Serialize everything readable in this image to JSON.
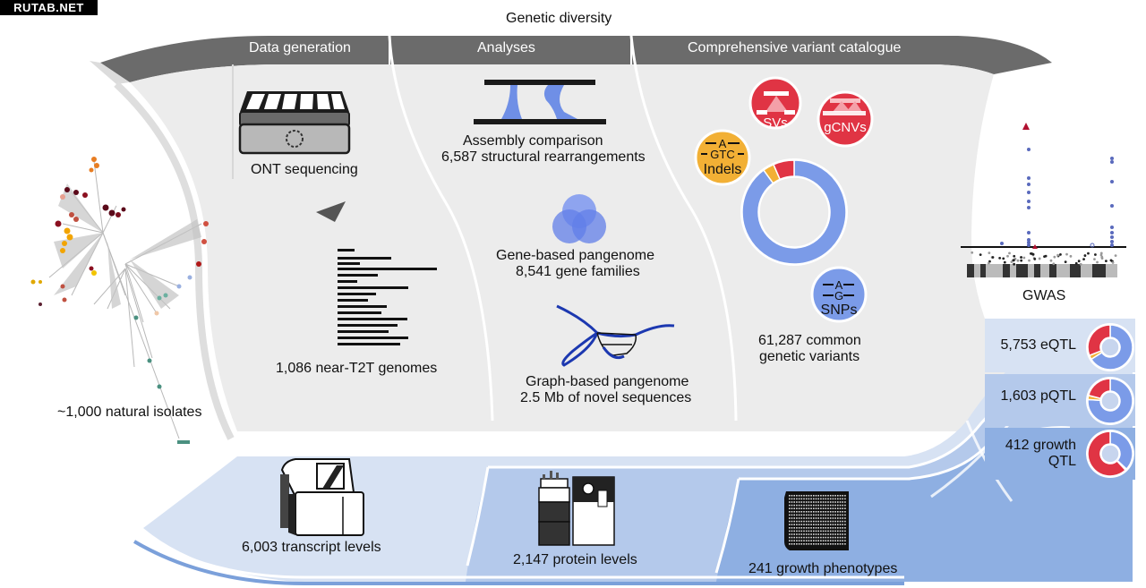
{
  "watermark": "RUTAB.NET",
  "title": "Genetic diversity",
  "sections": {
    "data_generation": "Data generation",
    "analyses": "Analyses",
    "catalogue": "Comprehensive variant catalogue"
  },
  "isolates": {
    "label": "~1,000 natural isolates"
  },
  "ont": {
    "label": "ONT sequencing"
  },
  "genomes": {
    "label": "1,086 near-T2T genomes"
  },
  "assembly": {
    "line1": "Assembly comparison",
    "line2": "6,587 structural rearrangements"
  },
  "gene_pangenome": {
    "line1": "Gene-based pangenome",
    "line2": "8,541 gene families"
  },
  "graph_pangenome": {
    "line1": "Graph-based pangenome",
    "line2": "2.5 Mb of novel sequences"
  },
  "variants": {
    "svs": "SVs",
    "gcnvs": "gCNVs",
    "indels": {
      "top": "A",
      "mid": "GTC",
      "label": "Indels"
    },
    "snps": {
      "top": "A",
      "mid": "G",
      "label": "SNPs"
    },
    "total_line1": "61,287 common",
    "total_line2": "genetic variants"
  },
  "gwas": {
    "label": "GWAS"
  },
  "molecular": {
    "transcript": "6,003 transcript levels",
    "protein": "2,147 protein levels",
    "growth": "241 growth phenotypes"
  },
  "qtl": {
    "eqtl": "5,753 eQTL",
    "pqtl": "1,603 pQTL",
    "growth_line1": "412 growth",
    "growth_line2": "QTL"
  },
  "colors": {
    "snp": "#7b9be8",
    "indel": "#f2b035",
    "sv": "#e03444",
    "header": "#6b6b6b",
    "panel": "#ececec",
    "band1": "#d4e0f2",
    "band2": "#b3c9ea",
    "band3": "#8fb0e2"
  },
  "chart_data": [
    {
      "type": "pie",
      "title": "Comprehensive variant catalogue composition",
      "categories": [
        "SNPs",
        "Indels",
        "SVs/gCNVs"
      ],
      "values": [
        90,
        3.5,
        6.5
      ],
      "units": "percent (estimated)"
    },
    {
      "type": "pie",
      "title": "5,753 eQTL",
      "categories": [
        "SNPs",
        "Indels",
        "SVs/gCNVs"
      ],
      "values": [
        66,
        3,
        31
      ],
      "units": "percent (estimated)"
    },
    {
      "type": "pie",
      "title": "1,603 pQTL",
      "categories": [
        "SNPs",
        "Indels",
        "SVs/gCNVs"
      ],
      "values": [
        76,
        3,
        21
      ],
      "units": "percent (estimated)"
    },
    {
      "type": "pie",
      "title": "412 growth QTL",
      "categories": [
        "SNPs",
        "Indels",
        "SVs/gCNVs"
      ],
      "values": [
        37,
        1,
        62
      ],
      "units": "percent (estimated)"
    },
    {
      "type": "scatter",
      "title": "GWAS",
      "description": "Manhattan plot with significance threshold line",
      "peaks": [
        {
          "chromosome_block": 4,
          "top_marker": "triangle",
          "n_significant_points": 10
        },
        {
          "chromosome_block": 10,
          "top_marker": "circle",
          "n_significant_points": 9
        }
      ]
    }
  ]
}
